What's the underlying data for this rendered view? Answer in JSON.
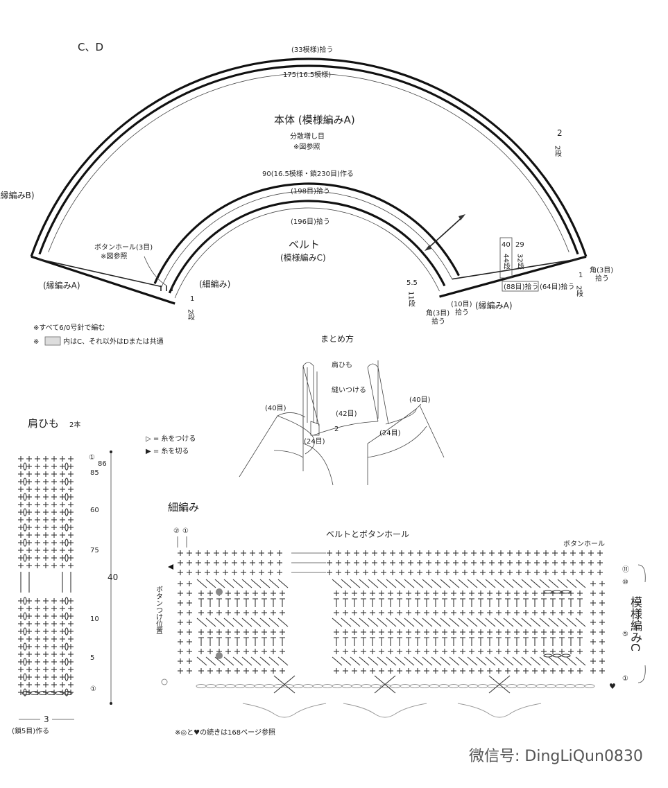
{
  "diagram": {
    "title": "C、D",
    "outer_pick": "(33模様)拾う",
    "outer_width": "175(16.5模様)",
    "body_label": "本体 (模様編みA)",
    "body_note1": "分散増し目",
    "body_note2": "※図参照",
    "right_rows": {
      "value": "2",
      "unit": "2段"
    },
    "left_border": "(縁編みB)",
    "start_chain": "90(16.5模様・鎖230目)作る",
    "belt_pick1": "(198目)拾う",
    "belt_pick2": "(196目)拾う",
    "belt_label": "ベルト",
    "belt_pattern": "(模様編みC)",
    "buttonhole": "ボタンホール(3目)",
    "buttonhole_note": "※図参照",
    "border_a_left": "(縁編みA)",
    "border_a_right": "(縁編みA)",
    "fine_stitch": "(細編み)",
    "left_bottom_rows": {
      "value": "1",
      "unit": "2段"
    },
    "height_c": {
      "value": "40",
      "unit": "44段"
    },
    "height_d": {
      "value": "29",
      "unit": "32段"
    },
    "belt_height": {
      "value": "5.5",
      "unit": "11段"
    },
    "corner_left": {
      "a": "角(3目)",
      "b": "拾う"
    },
    "corner_right": {
      "a": "角(3目)",
      "b": "拾う"
    },
    "pick_10": {
      "a": "(10目)",
      "b": "拾う"
    },
    "pick_88": "(88目)拾う",
    "pick_64": "(64目)拾う",
    "right_bottom_rows": {
      "value": "1",
      "unit": "2段"
    },
    "note_needle": "※すべて6/0号針で編む",
    "note_prefix": "※",
    "note_c": "内はC、それ以外はDまたは共通"
  },
  "assembly": {
    "title": "まとめ方",
    "strap": "肩ひも",
    "sew": "縫いつける",
    "left_40": "(40目)",
    "right_40": "(40目)",
    "mid_42": "(42目)",
    "two": "2",
    "left_24": "(24目)",
    "right_24": "(24目)"
  },
  "legend": {
    "attach": "▷ = 糸をつける",
    "cut": "▶ = 糸を切る"
  },
  "strap_chart": {
    "title": "肩ひも",
    "count": "2本",
    "rows": [
      "①",
      "86",
      "85",
      "60",
      "75",
      "10",
      "5",
      "①"
    ],
    "length": "40",
    "width": "3",
    "start": "(鎖5目)作る"
  },
  "belt_chart": {
    "fine_title": "細編み",
    "fine_rows": [
      "②",
      "①"
    ],
    "title": "ベルトとボタンホール",
    "buttonhole": "ボタンホール",
    "button_pos": "ボタンつけ位置",
    "rows": [
      "⑪",
      "⑩",
      "⑤",
      "①"
    ],
    "pattern": "模様編みC",
    "note": "※◎と♥の続きは168ページ参照"
  },
  "watermark": "微信号: DingLiQun0830"
}
